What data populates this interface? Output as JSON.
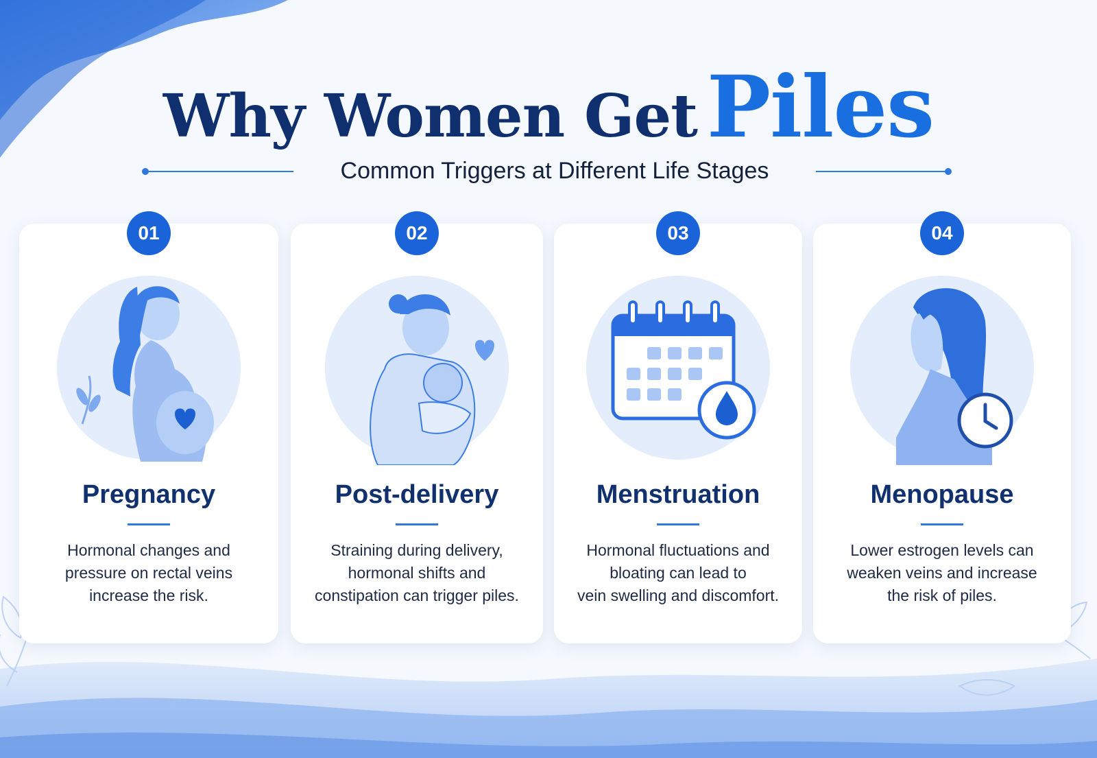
{
  "title": {
    "main": "Why Women Get",
    "accent": "Piles"
  },
  "subtitle": "Common Triggers at Different Life Stages",
  "colors": {
    "navy": "#0f2f6e",
    "accent": "#1a6fe0",
    "badge": "#1b63d9",
    "background": "#f5f8fd"
  },
  "cards": [
    {
      "number": "01",
      "title": "Pregnancy",
      "icon": "pregnant-woman-icon",
      "description": [
        "Hormonal changes and",
        "pressure on rectal veins",
        "increase the risk."
      ]
    },
    {
      "number": "02",
      "title": "Post-delivery",
      "icon": "mother-baby-icon",
      "description": [
        "Straining during delivery,",
        "hormonal shifts and",
        "constipation can trigger piles."
      ]
    },
    {
      "number": "03",
      "title": "Menstruation",
      "icon": "calendar-drop-icon",
      "description": [
        "Hormonal fluctuations and",
        "bloating can lead to",
        "vein swelling and discomfort."
      ]
    },
    {
      "number": "04",
      "title": "Menopause",
      "icon": "woman-clock-icon",
      "description": [
        "Lower estrogen levels can",
        "weaken veins and increase",
        "the risk of piles."
      ]
    }
  ]
}
